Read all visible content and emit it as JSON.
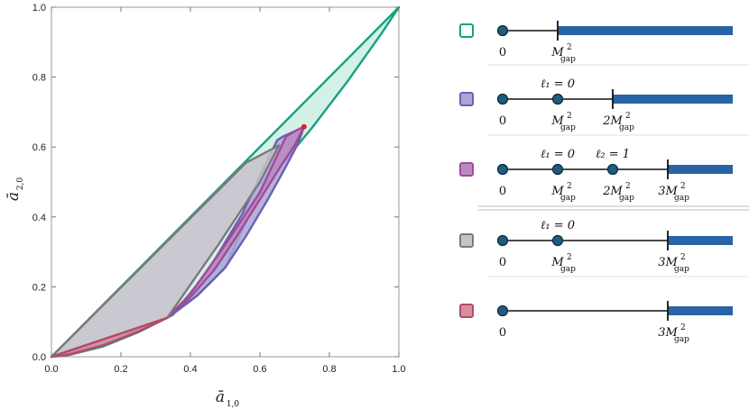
{
  "chart_data": [
    {
      "type": "area",
      "xlabel": "ā",
      "xlabel_sub": "1,0",
      "ylabel": "ā",
      "ylabel_sub": "2,0",
      "xlim": [
        0,
        1
      ],
      "ylim": [
        0,
        1
      ],
      "xticks": [
        "0.0",
        "0.2",
        "0.4",
        "0.6",
        "0.8",
        "1.0"
      ],
      "yticks": [
        "0.0",
        "0.2",
        "0.4",
        "0.6",
        "0.8",
        "1.0"
      ],
      "grid": false,
      "highlight_point": {
        "x": 0.727,
        "y": 0.658,
        "color": "#e0202a"
      },
      "series": [
        {
          "color": "#17a082",
          "fill": "#cdeee4",
          "polygon": [
            [
              0,
              0
            ],
            [
              1,
              1
            ],
            [
              0.95,
              0.925
            ],
            [
              0.9,
              0.855
            ],
            [
              0.85,
              0.785
            ],
            [
              0.8,
              0.72
            ],
            [
              0.75,
              0.655
            ],
            [
              0.7,
              0.595
            ],
            [
              0.65,
              0.535
            ],
            [
              0.6,
              0.475
            ],
            [
              0.55,
              0.365
            ],
            [
              0.5,
              0.255
            ],
            [
              0.45,
              0.205
            ],
            [
              0.4,
              0.16
            ],
            [
              0.34,
              0.115
            ],
            [
              0.25,
              0.07
            ],
            [
              0.15,
              0.03
            ],
            [
              0.05,
              0.005
            ],
            [
              0,
              0
            ]
          ]
        },
        {
          "color": "#6b5fb5",
          "fill": "#aaa5d6",
          "polygon": [
            [
              0,
              0
            ],
            [
              0.333,
              0.111
            ],
            [
              0.42,
              0.175
            ],
            [
              0.5,
              0.255
            ],
            [
              0.56,
              0.345
            ],
            [
              0.62,
              0.445
            ],
            [
              0.67,
              0.535
            ],
            [
              0.71,
              0.61
            ],
            [
              0.727,
              0.658
            ],
            [
              0.7,
              0.645
            ],
            [
              0.67,
              0.632
            ],
            [
              0.65,
              0.62
            ],
            [
              0.62,
              0.56
            ],
            [
              0.55,
              0.41
            ],
            [
              0.45,
              0.245
            ],
            [
              0.35,
              0.12
            ],
            [
              0.25,
              0.075
            ],
            [
              0.15,
              0.035
            ],
            [
              0,
              0
            ]
          ]
        },
        {
          "color": "#a04a9a",
          "fill": "#b98ac2",
          "polygon": [
            [
              0,
              0
            ],
            [
              0.333,
              0.111
            ],
            [
              0.4,
              0.17
            ],
            [
              0.47,
              0.25
            ],
            [
              0.53,
              0.34
            ],
            [
              0.6,
              0.45
            ],
            [
              0.66,
              0.545
            ],
            [
              0.7,
              0.605
            ],
            [
              0.727,
              0.658
            ],
            [
              0.7,
              0.645
            ],
            [
              0.675,
              0.63
            ],
            [
              0.6,
              0.47
            ],
            [
              0.5,
              0.32
            ],
            [
              0.4,
              0.18
            ],
            [
              0.333,
              0.111
            ],
            [
              0,
              0
            ]
          ]
        },
        {
          "color": "#7a7a7a",
          "fill": "#c8c2cc",
          "polygon": [
            [
              0,
              0
            ],
            [
              0.333,
              0.111
            ],
            [
              0.48,
              0.32
            ],
            [
              0.6,
              0.5
            ],
            [
              0.655,
              0.605
            ],
            [
              0.56,
              0.555
            ],
            [
              0,
              0
            ]
          ]
        },
        {
          "color": "#b54a68",
          "fill": "#d4909f",
          "polygon": [
            [
              0,
              0
            ],
            [
              0.333,
              0.111
            ],
            [
              0.25,
              0.072
            ],
            [
              0.15,
              0.033
            ],
            [
              0.05,
              0.006
            ],
            [
              0,
              0
            ]
          ]
        }
      ]
    },
    {
      "type": "other",
      "rows": [
        {
          "color": "#17a082",
          "fill": "#ffffff",
          "points": [
            {
              "at": 0,
              "top": "",
              "bottom": "0"
            }
          ],
          "gap_at": 1,
          "gap_label": "M",
          "gap_label_sup": "2",
          "gap_label_sub": "gap",
          "gap_coef": ""
        },
        {
          "color": "#6b5fb5",
          "fill": "#aaa5d6",
          "points": [
            {
              "at": 0,
              "top": "",
              "bottom": "0"
            },
            {
              "at": 1,
              "top": "ℓ₁ = 0",
              "bottom": "M²gap"
            }
          ],
          "gap_at": 2,
          "gap_coef": "2"
        },
        {
          "color": "#a04a9a",
          "fill": "#b98ac2",
          "points": [
            {
              "at": 0,
              "top": "",
              "bottom": "0"
            },
            {
              "at": 1,
              "top": "ℓ₁ = 0",
              "bottom": "M²gap"
            },
            {
              "at": 2,
              "top": "ℓ₂ = 1",
              "bottom": "2M²gap"
            }
          ],
          "gap_at": 3,
          "gap_coef": "3"
        },
        {
          "color": "#7a7a7a",
          "fill": "#c8c2cc",
          "points": [
            {
              "at": 0,
              "top": "",
              "bottom": "0"
            },
            {
              "at": 1,
              "top": "ℓ₁ = 0",
              "bottom": "M²gap"
            }
          ],
          "gap_at": 3,
          "gap_coef": "3"
        },
        {
          "color": "#b54a68",
          "fill": "#d4909f",
          "points": [
            {
              "at": 0,
              "top": "",
              "bottom": "0"
            }
          ],
          "gap_at": 3,
          "gap_coef": "3"
        }
      ]
    }
  ]
}
